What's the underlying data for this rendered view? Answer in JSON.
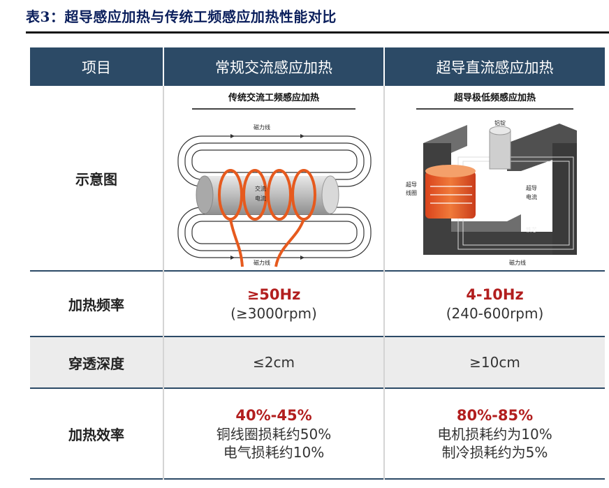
{
  "title": "表3：超导感应加热与传统工频感应加热性能对比",
  "table": {
    "headers": [
      "项目",
      "常规交流感应加热",
      "超导直流感应加热"
    ],
    "diagram_row": {
      "label": "示意图",
      "left": {
        "title": "传统交流工频感应加热",
        "flux_top": "磁力线",
        "flux_bottom": "磁力线",
        "current_line1": "交流",
        "current_line2": "电流"
      },
      "right": {
        "title": "超导极低频感应加热",
        "billet": "铝锭",
        "coil_line1": "超导",
        "coil_line2": "线圈",
        "current_line1": "超导",
        "current_line2": "电流",
        "core": "铁芯",
        "flux": "磁力线"
      }
    },
    "frequency_row": {
      "label": "加热频率",
      "left_main": "≥50Hz",
      "left_sub": "(≥3000rpm)",
      "right_main": "4-10Hz",
      "right_sub": "(240-600rpm)"
    },
    "depth_row": {
      "label": "穿透深度",
      "left": "≤2cm",
      "right": "≥10cm"
    },
    "efficiency_row": {
      "label": "加热效率",
      "left_main": "40%-45%",
      "left_line1": "铜线圈损耗约50%",
      "left_line2": "电气损耗约10%",
      "right_main": "80%-85%",
      "right_line1": "电机损耗约为10%",
      "right_line2": "制冷损耗约为5%"
    }
  },
  "colors": {
    "header_bg": "#2c4a66",
    "title_color": "#0b1f5c",
    "highlight_red": "#b21e1e",
    "shade_row": "#ececec"
  }
}
